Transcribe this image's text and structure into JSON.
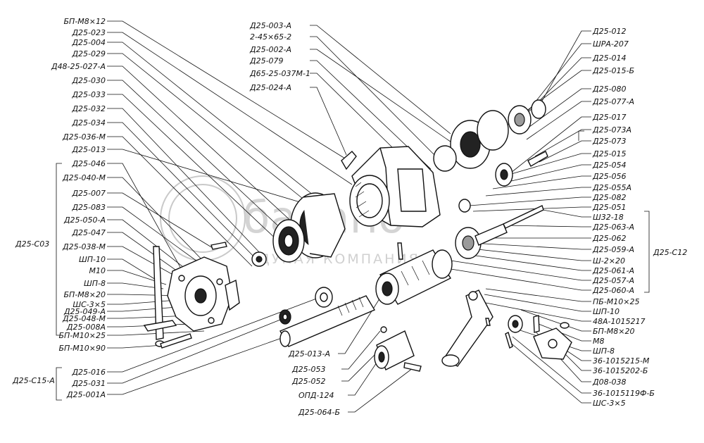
{
  "labels": {
    "left": [
      "БП-М8×12",
      "Д25-023",
      "Д25-004",
      "Д25-029",
      "Д48-25-027-А",
      "Д25-030",
      "Д25-033",
      "Д25-032",
      "Д25-034",
      "Д25-036-М",
      "Д25-013",
      "Д25-046",
      "Д25-040-М",
      "Д25-007",
      "Д25-083",
      "Д25-050-А",
      "Д25-047",
      "Д25-038-М",
      "ШП-10",
      "М10",
      "ШП-8",
      "БП-М8×20",
      "ШС-3×5",
      "Д25-049-А",
      "Д25-048-М",
      "Д25-008А",
      "БП-М10×25",
      "БП-М10×90",
      "Д25-016",
      "Д25-031",
      "Д25-001А"
    ],
    "top_center": [
      "Д25-003-А",
      "2-45×65-2",
      "Д25-002-А",
      "Д25-079",
      "Д65-25-037М-1",
      "Д25-024-А"
    ],
    "right": [
      "Д25-012",
      "ШРА-207",
      "Д25-014",
      "Д25-015-Б",
      "Д25-080",
      "Д25-077-А",
      "Д25-017",
      "Д25-073А",
      "Д25-073",
      "Д25-015",
      "Д25-054",
      "Д25-056",
      "Д25-055А",
      "Д25-082",
      "Д25-051",
      "Ш32-18",
      "Д25-063-А",
      "Д25-062",
      "Д25-059-А",
      "Ш-2×20",
      "Д25-061-А",
      "Д25-057-А",
      "Д25-060-А",
      "ПБ-М10×25",
      "ШП-10",
      "48А-1015217",
      "БП-М8×20",
      "М8",
      "ШП-8",
      "36-1015215-М",
      "36-1015202-Б",
      "Д08-038",
      "36-1015119Ф-Б",
      "ШС-3×5"
    ],
    "bottom": [
      "Д25-013-А",
      "Д25-053",
      "Д25-052",
      "ОПД-124",
      "Д25-064-Б"
    ],
    "groups": [
      "Д25-С03",
      "Д25-С15-А",
      "Д25-С12"
    ]
  },
  "watermark": {
    "main": "бакапо",
    "sub": "ДУНАЯ КОМПАНИЯ"
  }
}
